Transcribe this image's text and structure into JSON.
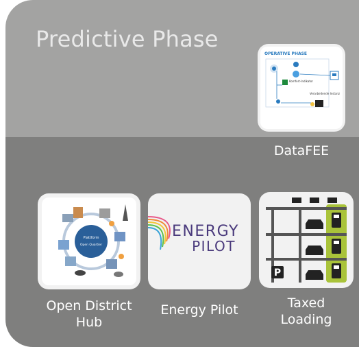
{
  "phase": {
    "title": "Predictive Phase"
  },
  "tiles": [
    {
      "id": "datafee",
      "label": "DataFEE",
      "thumbnail": {
        "header": "OPERATIVE PHASE",
        "node_a": "Komfort-Indikator",
        "node_b": "Verarbeitende Instanz"
      }
    },
    {
      "id": "open-district-hub",
      "label_lines": [
        "Open District",
        "Hub"
      ],
      "thumbnail": {
        "center_a": "Plattform",
        "center_b": "Open Quartier"
      }
    },
    {
      "id": "energy-pilot",
      "label": "Energy Pilot",
      "logo": {
        "line1": "ENERGY",
        "line2": "PILOT"
      }
    },
    {
      "id": "taxed-loading",
      "label_lines": [
        "Taxed",
        "Loading"
      ],
      "thumbnail": {
        "parking_sign": "P"
      }
    }
  ],
  "colors": {
    "upper_band": "#a3a3a2",
    "lower_band": "#7f7f7e",
    "tile_bg": "#f2f2f2",
    "energy_logo_text": "#4a3a7c",
    "charger_green": "#a9c33a",
    "diagram_blue": "#2a7bbf"
  }
}
